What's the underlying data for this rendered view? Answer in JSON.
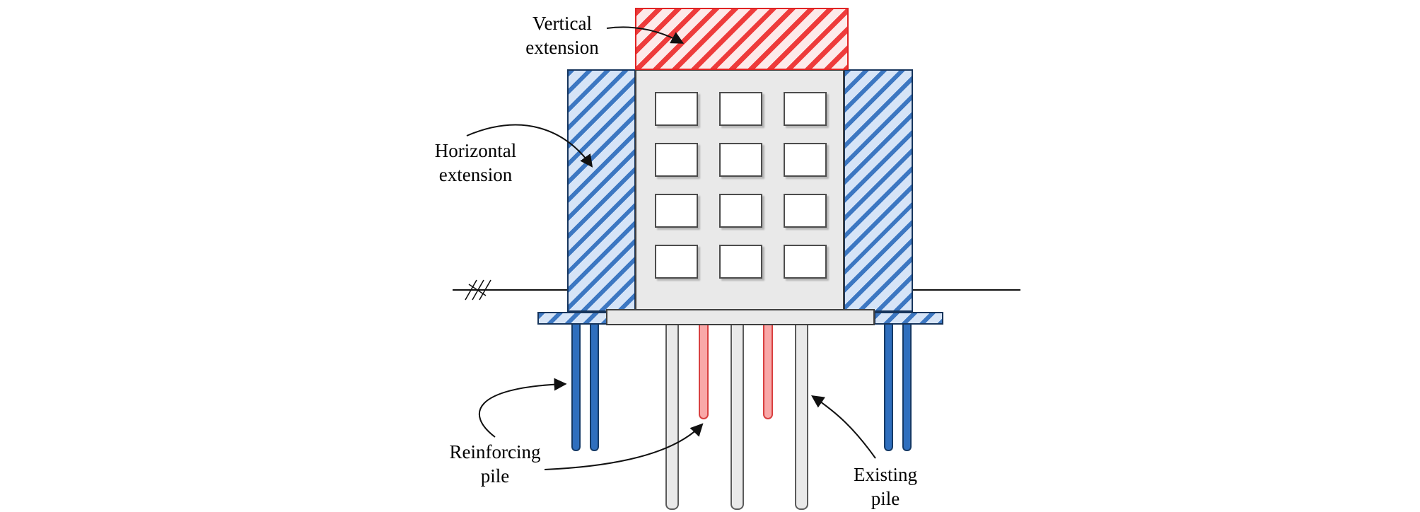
{
  "labels": {
    "vertical_extension": [
      "Vertical",
      "extension"
    ],
    "horizontal_extension": [
      "Horizontal",
      "extension"
    ],
    "reinforcing_pile": [
      "Reinforcing",
      "pile"
    ],
    "existing_pile": [
      "Existing",
      "pile"
    ]
  },
  "windows": {
    "rows": 4,
    "cols": 3
  },
  "colors": {
    "blue_bg": "#d6e4f7",
    "blue_stripe": "#3c77c2",
    "blue_edge": "#17355c",
    "red_bg": "#fdeaea",
    "red_stripe": "#ee3b3b",
    "red_edge": "#e02424",
    "gray_fill": "#e9e9e9",
    "outline": "#3f3f3f",
    "blue_pile": "#2f6fbe",
    "blue_pile_edge": "#153a66",
    "red_pile": "#f9a8a8",
    "red_pile_edge": "#d84040",
    "gray_pile_edge": "#5a5a5a",
    "line": "#111111"
  }
}
